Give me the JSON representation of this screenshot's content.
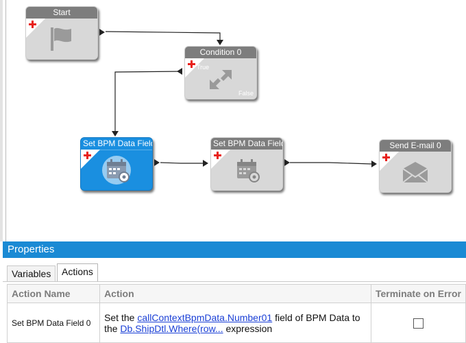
{
  "canvas": {
    "nodes": {
      "start": {
        "title": "Start",
        "icon": "flag-icon"
      },
      "condition": {
        "title": "Condition 0",
        "true_label": "True",
        "false_label": "False",
        "icon": "condition-arrows-icon"
      },
      "set1": {
        "title": "Set BPM Data Field",
        "icon": "calendar-gear-icon",
        "selected": true
      },
      "set2": {
        "title": "Set BPM Data Field",
        "icon": "calendar-gear-icon"
      },
      "email": {
        "title": "Send E-mail 0",
        "icon": "envelope-icon"
      }
    }
  },
  "properties": {
    "title": "Properties",
    "tabs": [
      {
        "label": "Variables",
        "active": false
      },
      {
        "label": "Actions",
        "active": true
      }
    ],
    "grid": {
      "columns": [
        "Action Name",
        "Action",
        "Terminate on Error"
      ],
      "rows": [
        {
          "name": "Set BPM Data Field 0",
          "action_prefix": "Set the ",
          "action_link1": "callContextBpmData.Number01",
          "action_mid": " field of BPM Data to the ",
          "action_link2": "Db.ShipDtl.Where(row...",
          "action_suffix": " expression",
          "terminate_on_error": false
        }
      ]
    }
  },
  "colors": {
    "selected_node": "#1a8fe0",
    "header_gray": "#7d7d7d",
    "node_body": "#d8d8d8",
    "panel_title": "#1a8ad4",
    "plus_red": "#e8201a",
    "link": "#1a3fd6"
  }
}
